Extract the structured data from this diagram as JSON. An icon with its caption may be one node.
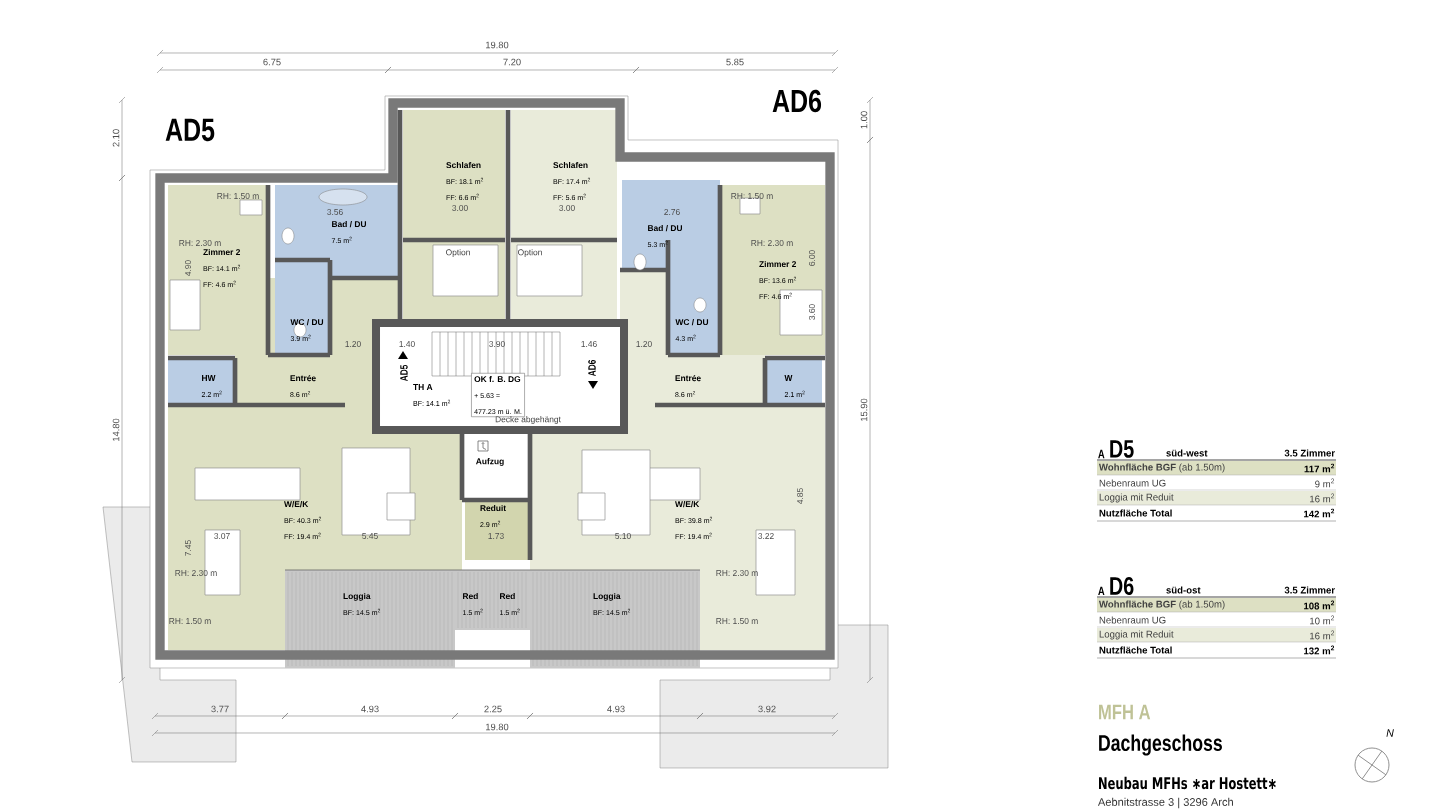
{
  "diagram": {
    "nodes": [
      {
        "text": [
          "Schlafen",
          "BF: 18.1 m$^{2}$",
          "FF: 6.6 m$^{2}$"
        ]
      },
      {
        "text": [
          "Schlafen",
          "BF: 17.4 m$^{2}$",
          "FF: 5.6 m$^{2}$"
        ]
      },
      {
        "text": [
          "Bad / DU",
          "7.5 m$^{2}$"
        ]
      },
      {
        "text": [
          "Bad / DU",
          "5.3 m$^{2}$"
        ]
      },
      {
        "text": [
          "Zimmer 2",
          "BF: 14.1 m$^{2}$",
          "FF: 4.6 m$^{2}$"
        ]
      },
      {
        "text": [
          "Zimmer 2",
          "BF: 13.6 m$^{2}$",
          "FF: 4.6 m$^{2}$"
        ]
      },
      {
        "text": [
          "WC / DU",
          "3.9 m$^{2}$"
        ]
      },
      {
        "text": [
          "WC / DU",
          "4.3 m$^{2}$"
        ]
      },
      {
        "text": [
          "HW",
          "2.2 m$^{2}$"
        ]
      },
      {
        "text": [
          "W",
          "2.1 m$^{2}$"
        ]
      },
      {
        "text": [
          "Entrée",
          "8.6 m$^{2}$"
        ]
      },
      {
        "text": [
          "TH A",
          "BF: 14.1 m$^{2}$"
        ]
      },
      {
        "text": [
          "OK f. B. DG",
          "+ 5.63 =",
          "477.23 m ü. M."
        ]
      },
      {
        "text": [
          "Entrée",
          "8.6 m$^{2}$"
        ]
      },
      {
        "text": [
          "Aufzug"
        ]
      },
      {
        "text": [
          "W/E/K",
          "BF: 40.3 m$^{2}$",
          "FF: 19.4 m$^{2}$"
        ]
      },
      {
        "text": [
          "Reduit",
          "2.9 m$^{2}$"
        ]
      },
      {
        "text": [
          "W/E/K",
          "BF: 39.8 m$^{2}$",
          "FF: 19.4 m$^{2}$"
        ]
      },
      {
        "text": [
          "Loggia",
          "BF: 14.5 m$^{2}$"
        ]
      },
      {
        "text": [
          "Red",
          "1.5 m$^{2}$"
        ]
      },
      {
        "text": [
          "Red",
          "1.5 m$^{2}$"
        ]
      },
      {
        "text": [
          "Loggia",
          "BF: 14.5 m$^{2}$"
        ]
      }
    ],
    "labels": [
      "19.80",
      "6.75",
      "7.20",
      "5.85",
      "2.10",
      "AD5",
      "AD6",
      "1.00",
      "3.00",
      "3.00",
      "3.56",
      "2.76",
      "RH: 1.50 m",
      "RH: 1.50 m",
      "RH: 2.30 m",
      "RH: 2.30 m",
      "4.90",
      "6.00",
      "3.60",
      "Option",
      "Option",
      "1.20",
      "1.40",
      "3.90",
      "1.46",
      "1.20",
      "AD5",
      "AD6",
      "14.80",
      "15.90",
      "Decke abgehängt",
      "3.07",
      "5.45",
      "1.73",
      "5.10",
      "3.22",
      "7.45",
      "4.85",
      "RH: 2.30 m",
      "RH: 2.30 m",
      "RH: 1.50 m",
      "RH: 1.50 m",
      "3.77",
      "4.93",
      "2.25",
      "4.93",
      "3.92",
      "19.80",
      "A",
      "D5",
      "süd-west",
      "3.5 Zimmer",
      "**Wohnfläche BGF** (ab 1.50m)",
      "117 m$^{2}$",
      "Nebenraum UG",
      "9 m$^{2}$",
      "Loggia mit Reduit",
      "16 m$^{2}$",
      "Nutzfläche Total",
      "142 m$^{2}$",
      "A",
      "D6",
      "süd-ost",
      "3.5 Zimmer",
      "**Wohnfläche BGF** (ab 1.50m)",
      "108 m$^{2}$",
      "Nebenraum UG",
      "10 m$^{2}$",
      "Loggia mit Reduit",
      "16 m$^{2}$",
      "Nutzfläche Total",
      "132 m$^{2}$",
      "MFH A",
      "Dachgeschoss",
      "Neubau MFHs ∗ar Hostett∗",
      "Aebnitstrasse 3 | 3296 Arch",
      "N"
    ]
  }
}
